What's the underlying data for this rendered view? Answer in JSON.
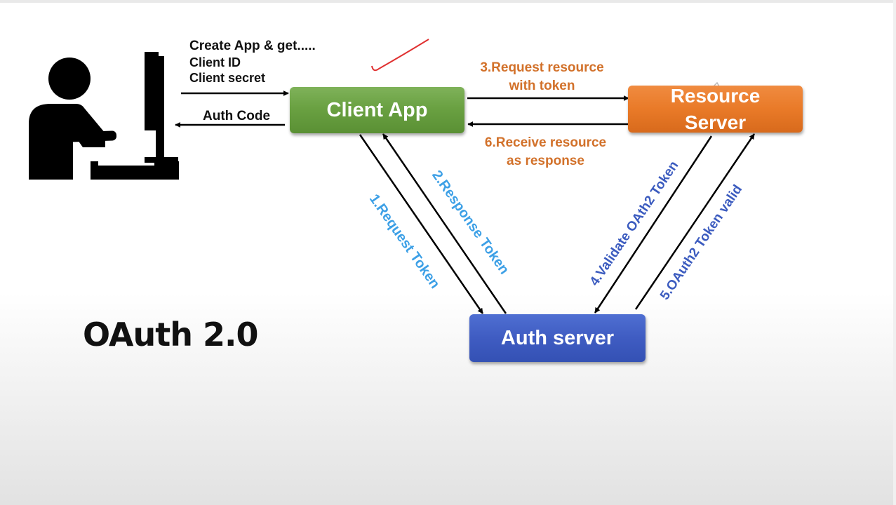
{
  "diagram": {
    "title": "OAuth 2.0",
    "nodes": {
      "client_app": "Client App",
      "resource_server": {
        "line1": "Resource",
        "line2": "Server"
      },
      "auth_server": "Auth server"
    },
    "user_labels": {
      "create_line1": "Create App & get.....",
      "create_line2": "Client ID",
      "create_line3": "Client secret",
      "auth_code": "Auth Code"
    },
    "steps": {
      "step1": "1.Request Token",
      "step2": "2.Response Token",
      "step3_line1": "3.Request resource",
      "step3_line2": "with token",
      "step4": "4.Validate OAth2 Token",
      "step5": "5.OAuth2 Token valid",
      "step6_line1": "6.Receive resource",
      "step6_line2": "as response"
    },
    "colors": {
      "client_app": "#6aa142",
      "resource_server": "#e97a28",
      "auth_server": "#3f5cc2",
      "orange_text": "#d2712a",
      "blue_text": "#3da0e6",
      "navy_text": "#3b5bbf",
      "annotation_tick": "#e03030"
    },
    "icons": {
      "user": "person-at-computer-icon",
      "annotation": "checkmark-annotation"
    }
  }
}
